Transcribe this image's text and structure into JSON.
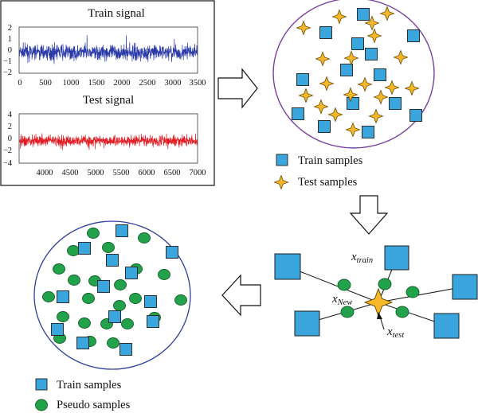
{
  "colors": {
    "train_signal": "#2a39a8",
    "test_signal": "#e31b23",
    "square_fill": "#3aa6dd",
    "square_stroke": "#1f1f1f",
    "star_fill": "#f7b92a",
    "star_stroke": "#6b4a00",
    "circle_fill": "#22a24a",
    "circle_stroke": "#0f5f27",
    "purple_ellipse": "#7a3e9d",
    "blue_ellipse": "#2e3f9e"
  },
  "signal_panel": {
    "train": {
      "title": "Train signal",
      "y_ticks": [
        "2",
        "1",
        "0",
        "−1",
        "−2"
      ],
      "x_ticks": [
        "0",
        "500",
        "1000",
        "1500",
        "2000",
        "2500",
        "3000",
        "3500"
      ],
      "ylim": [
        -2,
        2
      ],
      "xlim": [
        0,
        3500
      ]
    },
    "test": {
      "title": "Test signal",
      "y_ticks": [
        "4",
        "2",
        "0",
        "−2",
        "−4"
      ],
      "x_ticks": [
        "4000",
        "4500",
        "5000",
        "5500",
        "6000",
        "6500",
        "7000"
      ],
      "ylim": [
        -4,
        4
      ],
      "xlim": [
        3500,
        7000
      ]
    }
  },
  "legend_top": {
    "train": "Train samples",
    "test": "Test samples"
  },
  "legend_bottom": {
    "train": "Train samples",
    "pseudo": "Pseudo samples"
  },
  "labels": {
    "x_train": {
      "base": "x",
      "sub": "train"
    },
    "x_new": {
      "base": "x",
      "sub": "New"
    },
    "x_test": {
      "base": "x",
      "sub": "test"
    }
  }
}
